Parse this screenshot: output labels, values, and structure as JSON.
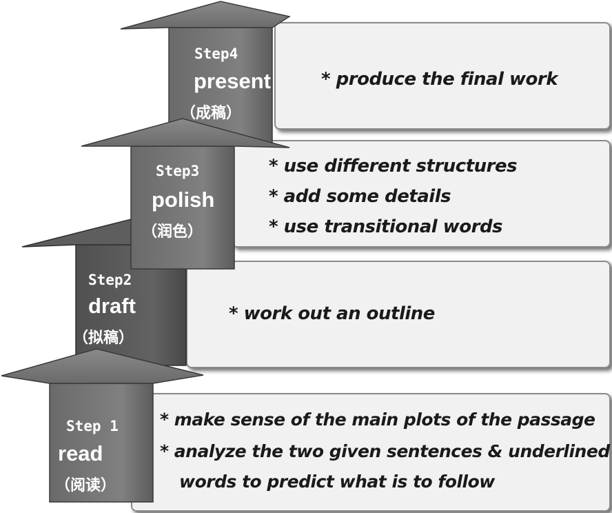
{
  "steps": [
    {
      "number": "Step 1",
      "name": "read",
      "chinese": "（阅读）",
      "bullets": [
        "* make sense of the main plots of the passage",
        "*  analyze the two given sentences & underlined",
        "words to predict what is to follow"
      ]
    },
    {
      "number": "Step2",
      "name": "draft",
      "chinese": "（拟稿）",
      "bullets": [
        "* work out an outline"
      ]
    },
    {
      "number": "Step3",
      "name": "polish",
      "chinese": "（润色）",
      "bullets": [
        "* use different structures",
        "* add some details",
        "* use transitional words"
      ]
    },
    {
      "number": "Step4",
      "name": "present",
      "chinese": "（成稿）",
      "bullets": [
        "* produce the final work"
      ]
    }
  ],
  "colors": {
    "arrow_dark": "#5a5a5a",
    "arrow_mid": "#6e6e6e",
    "arrow_light": "#7e7e7e",
    "arrow_head": "#767676",
    "box_fill": "#f1f1f1",
    "box_border": "#8a8a8a",
    "text": "#1a1a1a"
  }
}
